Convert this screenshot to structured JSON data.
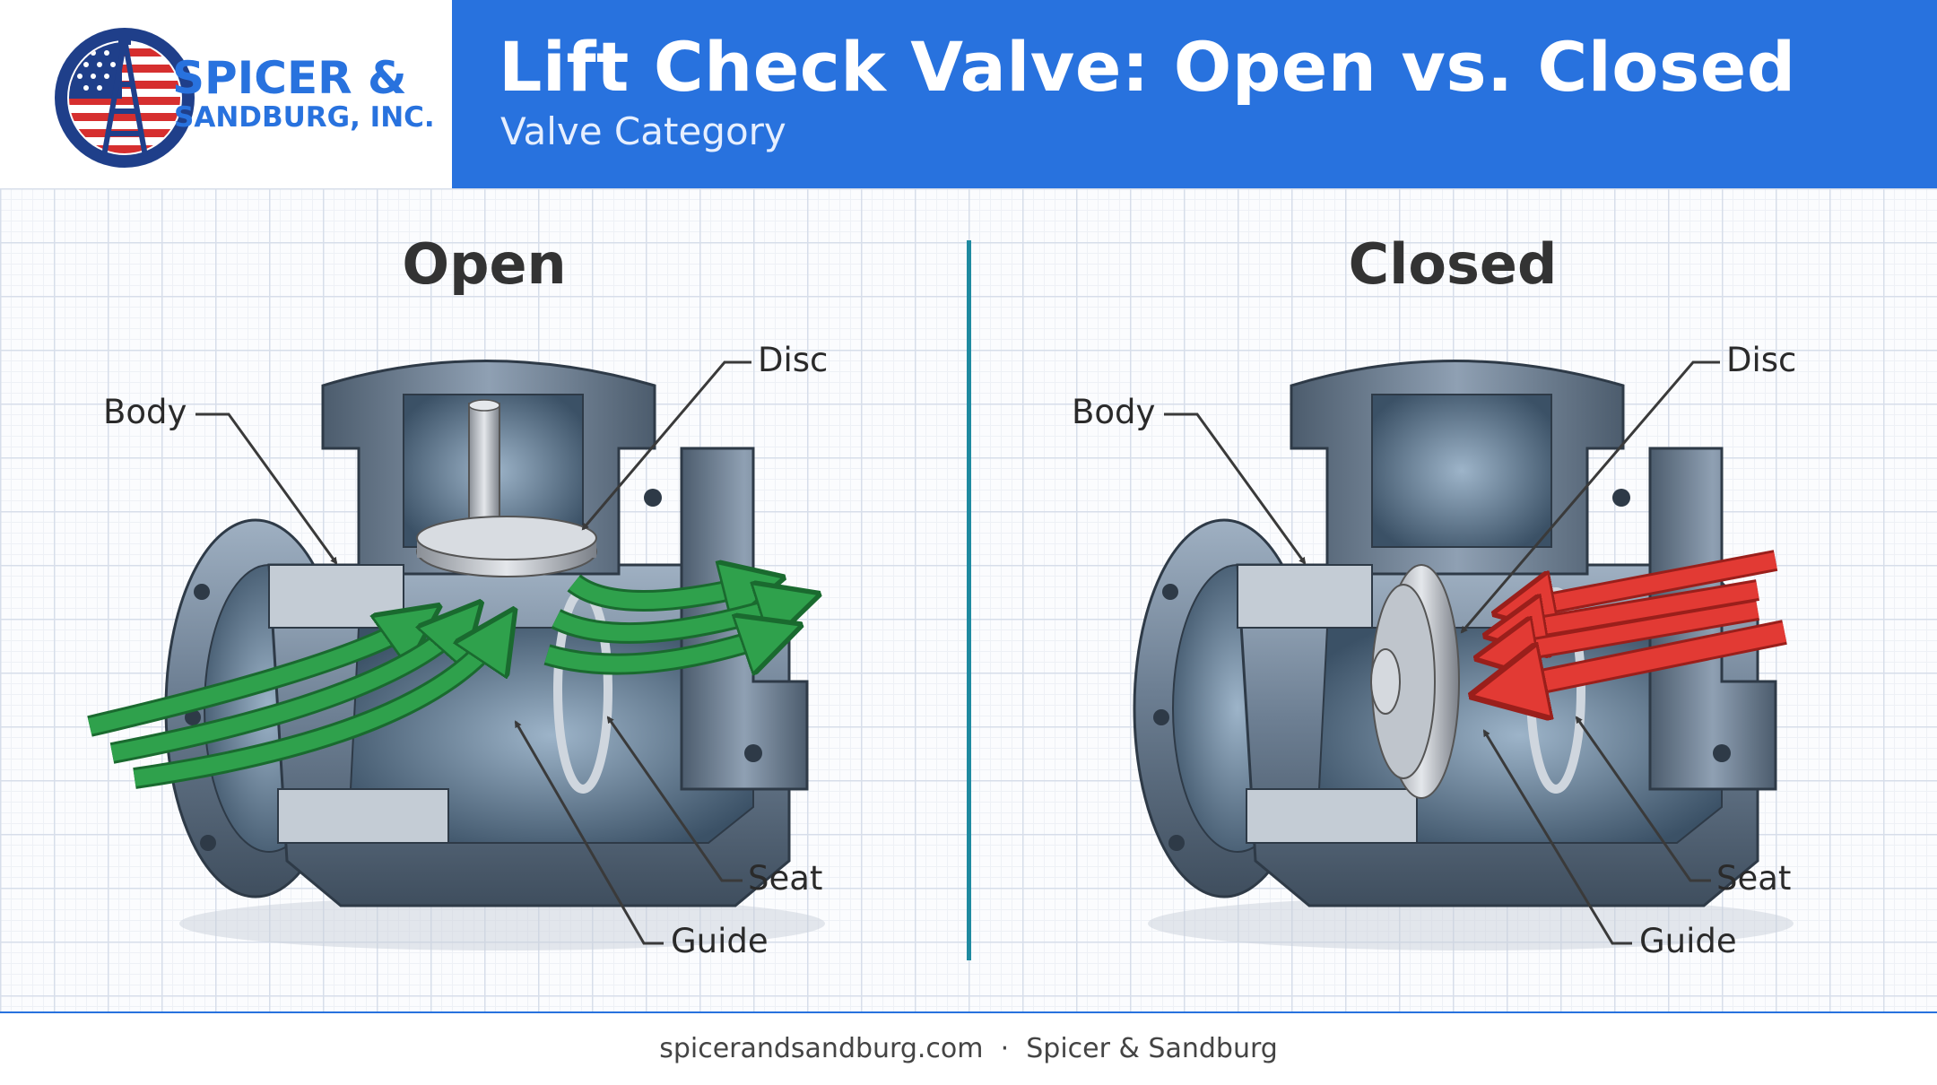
{
  "header": {
    "brand_line1": "SPICER &",
    "brand_line2": "SANDBURG, INC.",
    "title": "Lift Check Valve: Open vs. Closed",
    "subtitle": "Valve Category"
  },
  "panels": [
    {
      "title": "Open",
      "labels": {
        "body": "Body",
        "disc": "Disc",
        "seat": "Seat",
        "guide": "Guide"
      },
      "flow_color": "#2fa14c"
    },
    {
      "title": "Closed",
      "labels": {
        "body": "Body",
        "disc": "Disc",
        "seat": "Seat",
        "guide": "Guide"
      },
      "flow_color": "#e23a34"
    }
  ],
  "footer": {
    "site": "spicerandsandburg.com",
    "separator": "·",
    "company": "Spicer & Sandburg"
  },
  "colors": {
    "brand_blue": "#2872de",
    "divider": "#1f8aa0",
    "metal": "#6d7f93"
  }
}
